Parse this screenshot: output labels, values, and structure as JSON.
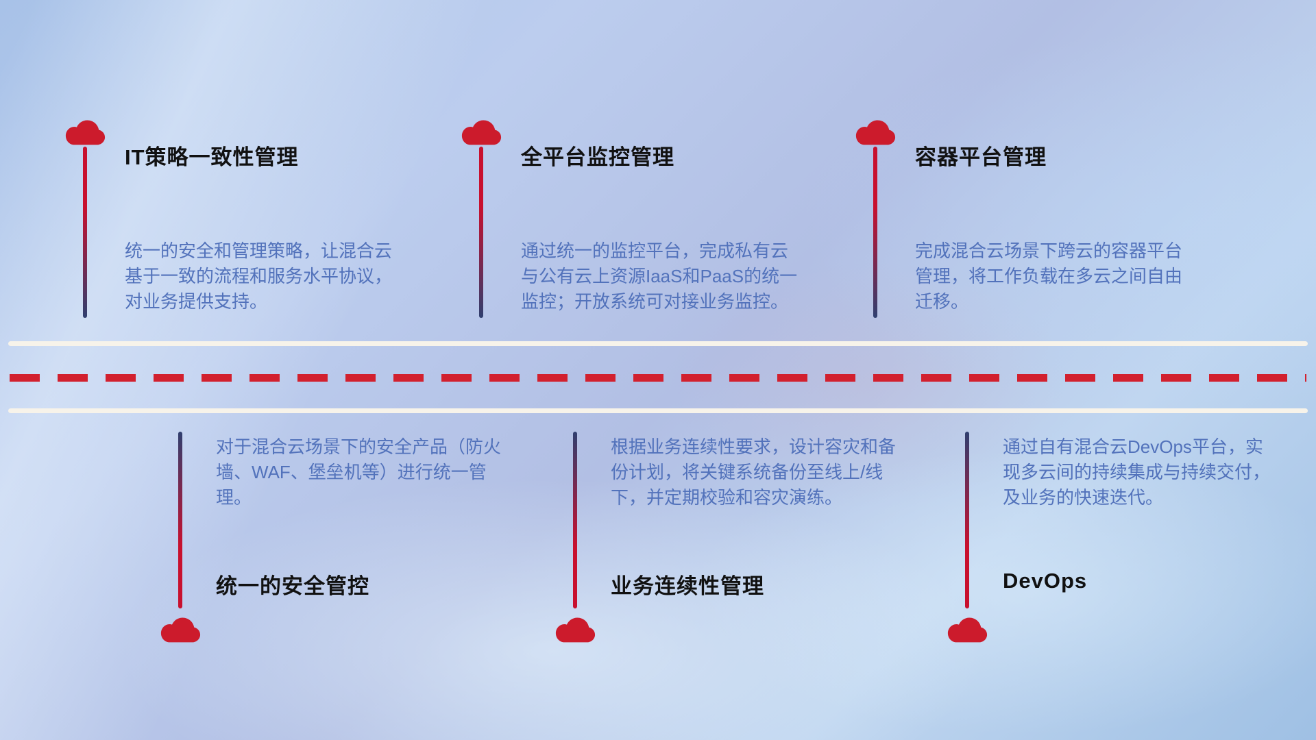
{
  "diagram": {
    "top_items": [
      {
        "title": "IT策略一致性管理",
        "desc": "统一的安全和管理策略，让混合云基于一致的流程和服务水平协议，对业务提供支持。"
      },
      {
        "title": "全平台监控管理",
        "desc": "通过统一的监控平台，完成私有云与公有云上资源IaaS和PaaS的统一监控；开放系统可对接业务监控。"
      },
      {
        "title": "容器平台管理",
        "desc": "完成混合云场景下跨云的容器平台管理，将工作负载在多云之间自由迁移。"
      }
    ],
    "bottom_items": [
      {
        "title": "统一的安全管控",
        "desc": "对于混合云场景下的安全产品（防火墙、WAF、堡垒机等）进行统一管理。"
      },
      {
        "title": "业务连续性管理",
        "desc": "根据业务连续性要求，设计容灾和备份计划，将关键系统备份至线上/线下，并定期校验和容灾演练。"
      },
      {
        "title": "DevOps",
        "desc": "通过自有混合云DevOps平台，实现多云间的持续集成与持续交付，及业务的快速迭代。"
      }
    ],
    "icons": {
      "cloud": "cloud-icon"
    },
    "colors": {
      "cloud_red": "#cc1b2c",
      "stem_red": "#c8102e",
      "stem_navy": "#2f3f6f",
      "dash_red": "#d2202e",
      "road_white": "#f7f3ea",
      "title_text": "#111111",
      "desc_text": "#5272bb"
    }
  }
}
